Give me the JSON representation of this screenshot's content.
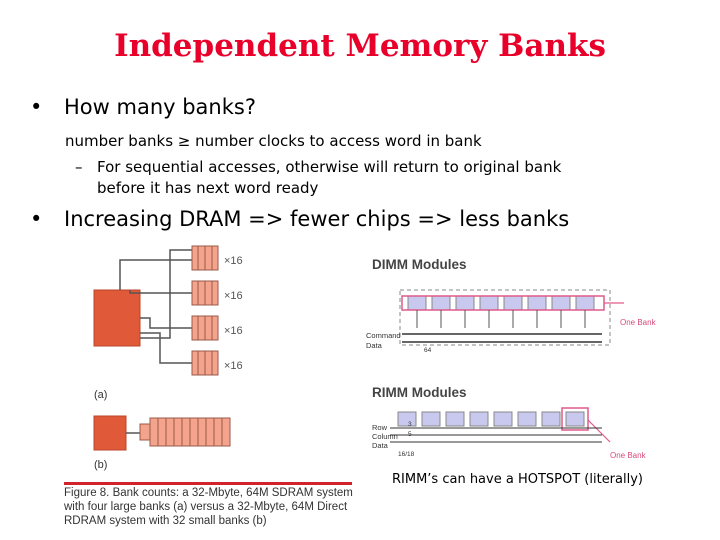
{
  "title": "Independent Memory Banks",
  "bullets": [
    {
      "marker": "•",
      "text": "How many banks?"
    },
    {
      "marker": "•",
      "text": "Increasing DRAM => fewer chips => less banks"
    }
  ],
  "sub_point": "number banks ≥ number clocks to access word in bank",
  "sub_sub": {
    "dash": "–",
    "line1": "For sequential accesses, otherwise will return to original bank",
    "line2": "before it has next word ready"
  },
  "figure_a": {
    "multipliers": [
      "×16",
      "×16",
      "×16",
      "×16"
    ],
    "label_a": "(a)",
    "label_b": "(b)",
    "caption": [
      "Figure 8. Bank counts: a 32-Mbyte, 64M SDRAM system",
      "with four large banks (a) versus a 32-Mbyte, 64M Direct",
      "RDRAM system with 32 small banks (b)"
    ]
  },
  "figure_b": {
    "dimm_title": "DIMM Modules",
    "rimm_title": "RIMM Modules",
    "command_label": "Command",
    "data_label": "Data",
    "data_width": "64",
    "one_bank_1": "One Bank",
    "one_bank_2": "One Bank",
    "row_label": "Row",
    "column_label": "Column",
    "rimm_data_label": "Data",
    "row_width": "3",
    "column_width": "5",
    "data_width_rimm": "16/18"
  },
  "colors": {
    "title": "#e8002a",
    "bank": "#e05a3a",
    "chip": "#f4a48c",
    "module_chip": "#c9c9f0"
  },
  "note": "RIMM’s can have a HOTSPOT (literally)"
}
